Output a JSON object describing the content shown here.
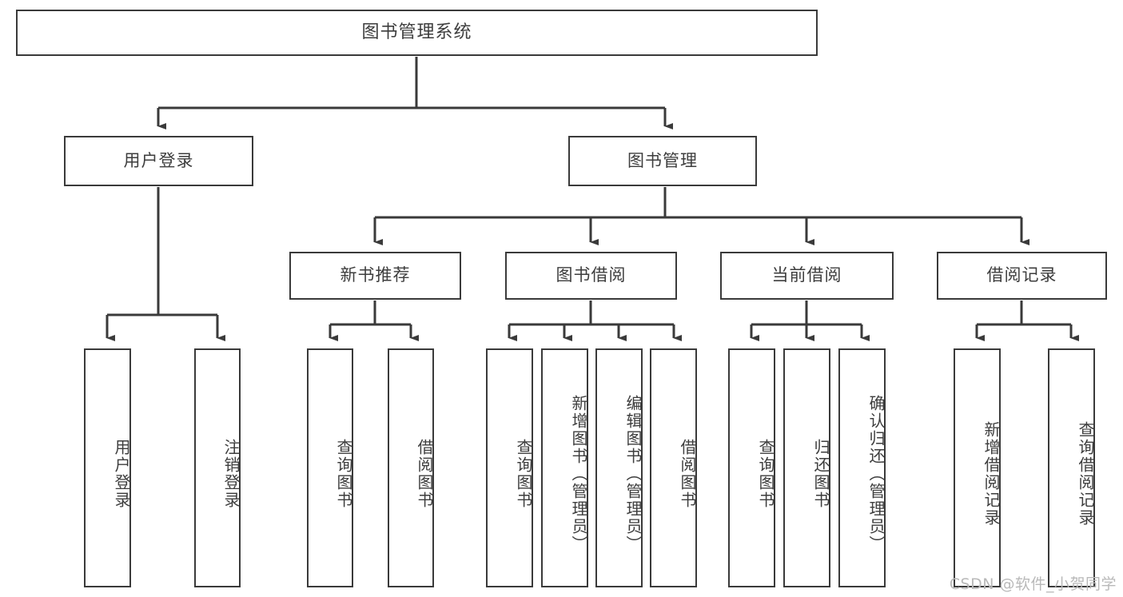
{
  "diagram": {
    "type": "hierarchy-tree",
    "title": "图书管理系统",
    "levels": {
      "root": {
        "label": "图书管理系统"
      },
      "level2": [
        {
          "id": "user-login",
          "label": "用户登录"
        },
        {
          "id": "book-management",
          "label": "图书管理"
        }
      ],
      "level3": [
        {
          "id": "new-book-recommend",
          "label": "新书推荐",
          "parent": "book-management"
        },
        {
          "id": "book-borrow",
          "label": "图书借阅",
          "parent": "book-management"
        },
        {
          "id": "current-borrow",
          "label": "当前借阅",
          "parent": "book-management"
        },
        {
          "id": "borrow-record",
          "label": "借阅记录",
          "parent": "book-management"
        }
      ],
      "leaves": [
        {
          "id": "leaf-user-login",
          "label": "用户登录",
          "parent": "user-login"
        },
        {
          "id": "leaf-logout-login",
          "label": "注销登录",
          "parent": "user-login"
        },
        {
          "id": "leaf-query-book-1",
          "label": "查询图书",
          "parent": "new-book-recommend"
        },
        {
          "id": "leaf-borrow-book-1",
          "label": "借阅图书",
          "parent": "new-book-recommend"
        },
        {
          "id": "leaf-query-book-2",
          "label": "查询图书",
          "parent": "book-borrow"
        },
        {
          "id": "leaf-add-book",
          "label": "新增图书（管理员）",
          "parent": "book-borrow"
        },
        {
          "id": "leaf-edit-book",
          "label": "编辑图书（管理员）",
          "parent": "book-borrow"
        },
        {
          "id": "leaf-borrow-book-2",
          "label": "借阅图书",
          "parent": "book-borrow"
        },
        {
          "id": "leaf-query-book-3",
          "label": "查询图书",
          "parent": "current-borrow"
        },
        {
          "id": "leaf-return-book",
          "label": "归还图书",
          "parent": "current-borrow"
        },
        {
          "id": "leaf-confirm-return",
          "label": "确认归还（管理员）",
          "parent": "current-borrow"
        },
        {
          "id": "leaf-add-borrow-record",
          "label": "新增借阅记录",
          "parent": "borrow-record"
        },
        {
          "id": "leaf-query-borrow-record",
          "label": "查询借阅记录",
          "parent": "borrow-record"
        }
      ]
    }
  },
  "watermark": {
    "text": "CSDN @软件_小贺同学"
  },
  "colors": {
    "stroke": "#3a3a3a",
    "text": "#3d3d3d",
    "background": "#ffffff",
    "watermark": "#b9b9b9"
  }
}
